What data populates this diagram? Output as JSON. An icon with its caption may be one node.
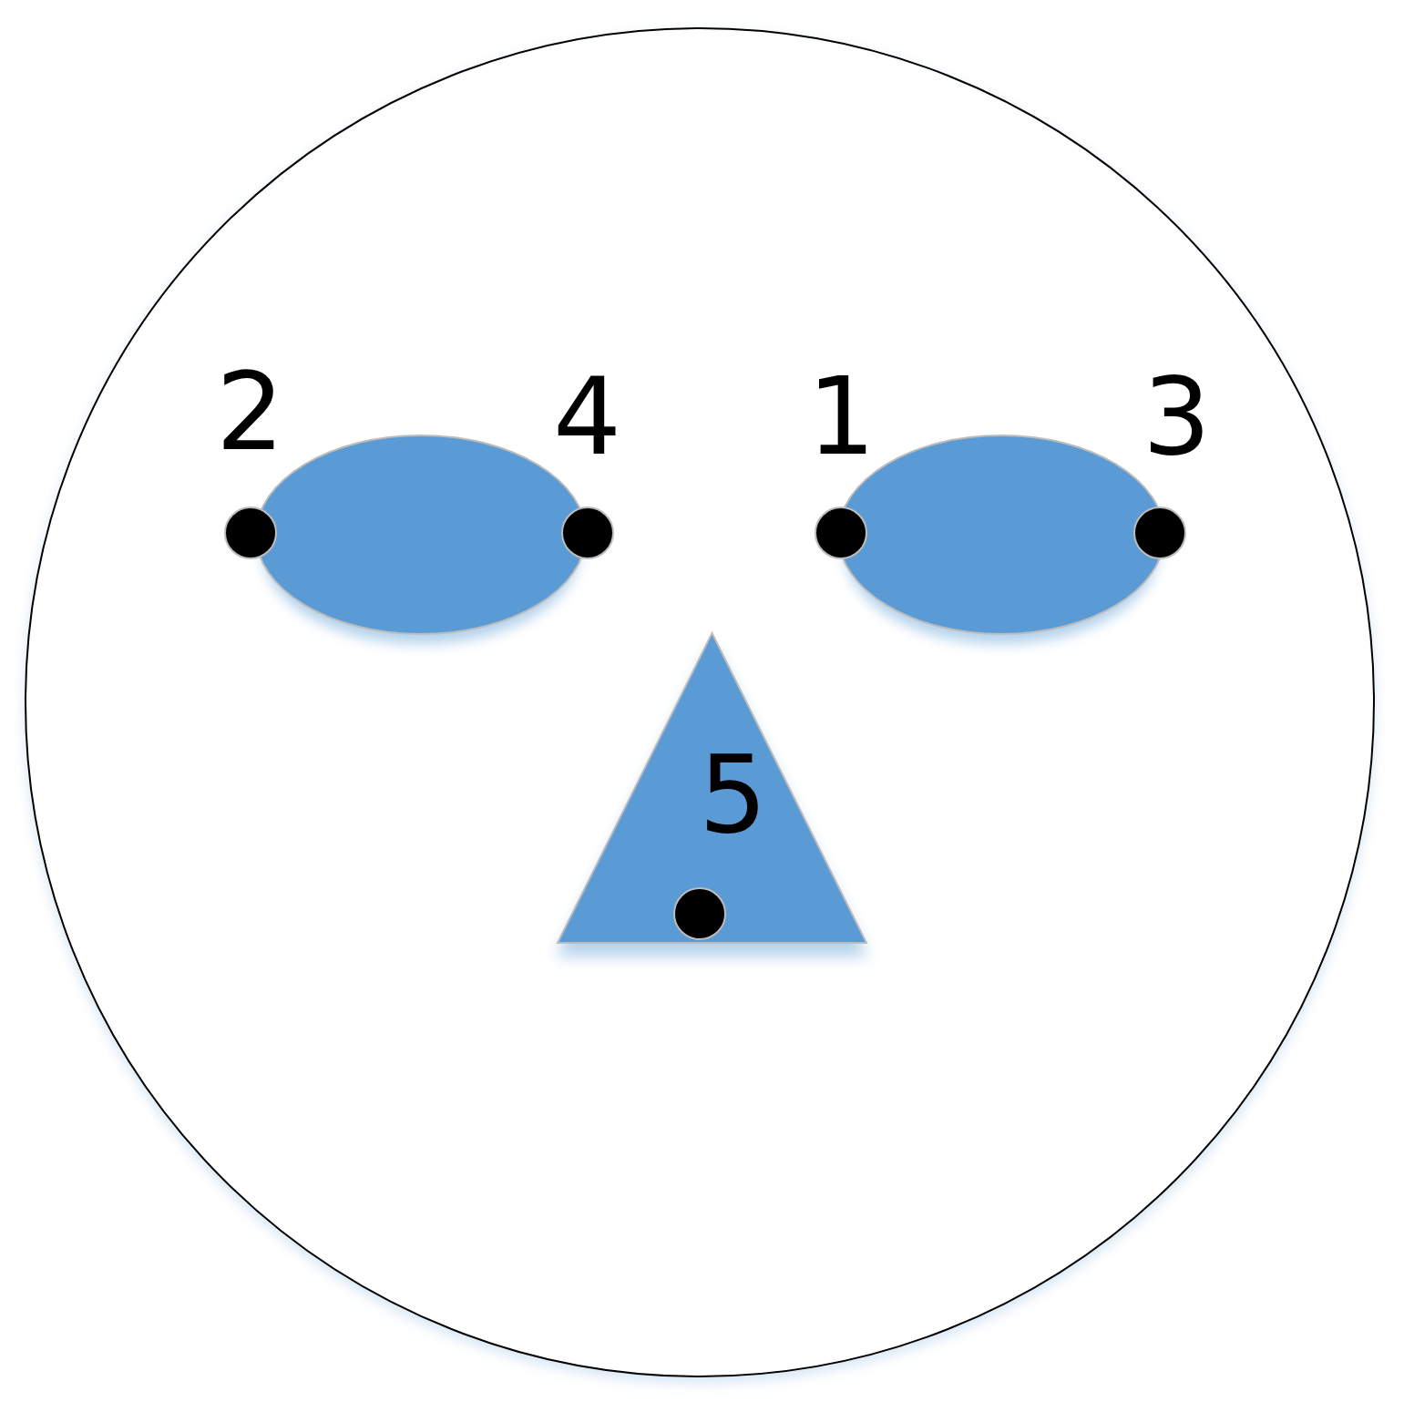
{
  "diagram": {
    "nodes": [
      {
        "text": [],
        "shape": "circle"
      },
      {
        "text": [],
        "shape": "ellipse",
        "in": 0
      },
      {
        "text": [],
        "shape": "ellipse",
        "in": 0
      },
      {
        "text": [
          "5"
        ],
        "in": 0
      }
    ],
    "labels": [
      "2",
      "4",
      "1",
      "3"
    ]
  }
}
